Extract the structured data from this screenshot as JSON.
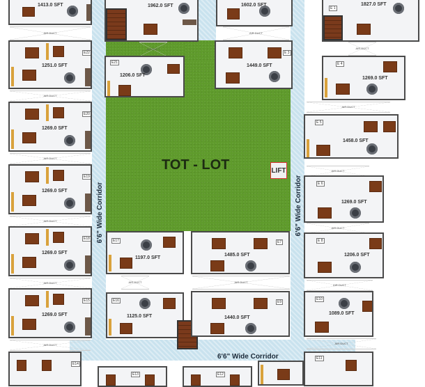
{
  "plan": {
    "center_area_label": "TOT - LOT",
    "lift_label": "LIFT",
    "corridor_label": "6'6\" Wide Corridor",
    "air_duct_label": "AIR DUCT",
    "colors": {
      "lawn": "#5f9b2c",
      "corridor": "#c9e2ee",
      "bed_furniture": "#7a3b18",
      "wardrobe": "#d9a23c",
      "wall": "#4a4a4a",
      "marker": "#d42a2a"
    }
  },
  "units": {
    "top_left": {
      "area": "1413.0 SFT"
    },
    "w22": {
      "id": "E22",
      "area": "1251.0 SFT"
    },
    "w20": {
      "id": "E20",
      "area": "1269.0 SFT"
    },
    "w19": {
      "id": "E19",
      "area": "1269.0 SFT"
    },
    "w18": {
      "id": "E18",
      "area": "1269.0 SFT"
    },
    "w15": {
      "id": "E15",
      "area": "1269.0 SFT"
    },
    "w14": {
      "id": "E14"
    },
    "n1": {
      "area": "1962.0 SFT"
    },
    "n21": {
      "id": "E21",
      "area": "1206.0 SFT"
    },
    "n2": {
      "area": "1602.0 SFT"
    },
    "n3": {
      "id": "E 3",
      "area": "1449.0 SFT"
    },
    "e1": {
      "id": "E 1",
      "area": "1827.0 SFT"
    },
    "e4": {
      "id": "E 4",
      "area": "1269.0 SFT"
    },
    "e5": {
      "id": "E 5",
      "area": "1458.0 SFT"
    },
    "e6": {
      "id": "E 6",
      "area": "1269.0 SFT"
    },
    "e8": {
      "id": "E 8",
      "area": "1206.0 SFT"
    },
    "e10": {
      "id": "E10",
      "area": "1089.0 SFT"
    },
    "e11": {
      "id": "E11"
    },
    "s17": {
      "id": "E17",
      "area": "1197.0 SFT"
    },
    "s16": {
      "id": "E16",
      "area": "1125.0 SFT"
    },
    "s7": {
      "id": "E7",
      "area": "1485.0 SFT"
    },
    "s9": {
      "id": "E9",
      "area": "1440.0 SFT"
    },
    "b13": {
      "id": "E13"
    },
    "b12": {
      "id": "E12"
    }
  }
}
